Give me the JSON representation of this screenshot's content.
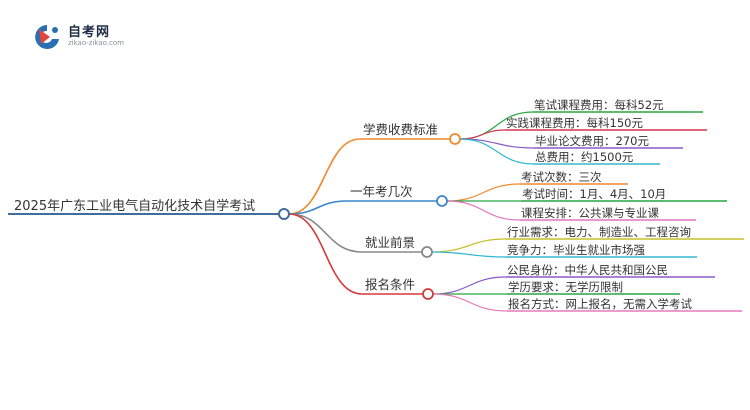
{
  "logo": {
    "title": "自考网",
    "url": "zikao-zikao.com"
  },
  "root": {
    "label": "2025年广东工业电气自动化技术自学考试",
    "color": "#3f6e9e"
  },
  "branches": [
    {
      "label": "学费收费标准",
      "color": "#f0892d",
      "leaves": [
        {
          "label": "笔试课程费用：每科52元",
          "color": "#26a744"
        },
        {
          "label": "实践课程费用：每科150元",
          "color": "#d8334d"
        },
        {
          "label": "毕业论文费用：270元",
          "color": "#8a58c8"
        },
        {
          "label": "总费用：约1500元",
          "color": "#33b8d0"
        }
      ]
    },
    {
      "label": "一年考几次",
      "color": "#3a86c8",
      "leaves": [
        {
          "label": "考试次数：三次",
          "color": "#f0892d"
        },
        {
          "label": "考试时间：1月、4月、10月",
          "color": "#26a744"
        },
        {
          "label": "课程安排：公共课与专业课",
          "color": "#e372c3"
        }
      ]
    },
    {
      "label": "就业前景",
      "color": "#888888",
      "leaves": [
        {
          "label": "行业需求：电力、制造业、工程咨询",
          "color": "#c7bf2a"
        },
        {
          "label": "竞争力：毕业生就业市场强",
          "color": "#33b8d0"
        }
      ]
    },
    {
      "label": "报名条件",
      "color": "#d33a3a",
      "leaves": [
        {
          "label": "公民身份：中华人民共和国公民",
          "color": "#8a58c8"
        },
        {
          "label": "学历要求：无学历限制",
          "color": "#26a744"
        },
        {
          "label": "报名方式：网上报名，无需入学考试",
          "color": "#e878b8"
        }
      ]
    }
  ]
}
